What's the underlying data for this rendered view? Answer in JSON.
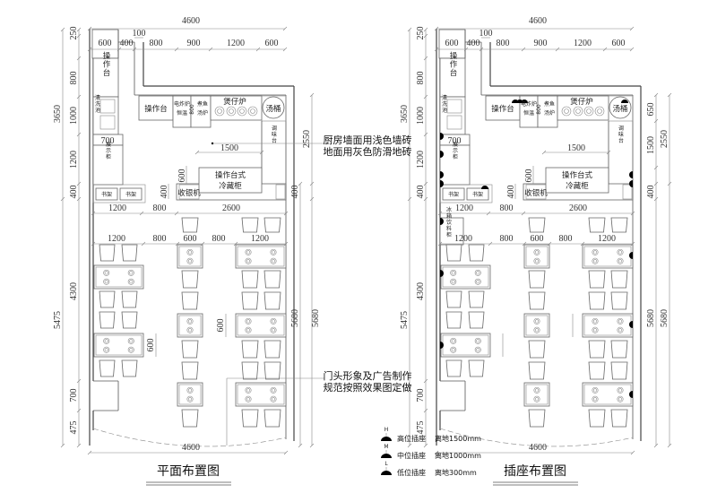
{
  "plans": [
    {
      "title": "平面布置图",
      "dims": {
        "top_total": "4600",
        "top": [
          "600",
          "400",
          "100",
          "800",
          "900",
          "1200",
          "600"
        ],
        "mid": [
          "1200",
          "800",
          "2600"
        ],
        "seat": [
          "1200",
          "800",
          "600",
          "800",
          "1200"
        ],
        "left": [
          "250",
          "800",
          "1000",
          "1200",
          "400",
          "4300",
          "700",
          "475"
        ],
        "left_total": [
          "3650",
          "5475"
        ],
        "right": [
          "2550",
          "400",
          "5680",
          "5680"
        ],
        "counter_depth": "400",
        "fridge_depth": "600",
        "showcase_width": "700",
        "fridge_width": "1500",
        "fryer": "800",
        "table_a": "600",
        "table_b": "600",
        "bottom": "4600"
      },
      "labels": {
        "work_table_left": "操作台",
        "sink": "清洗池",
        "showcase": "展示柜",
        "shelf1": "书架",
        "shelf2": "书架",
        "work_table": "操作台",
        "fryer_1": "电炸炉",
        "fryer_2": "恒温",
        "fish_1": "煮鱼",
        "fish_2": "汤炉",
        "claypot": "煲仔炉",
        "soup": "汤桶",
        "seasoning": "调味台",
        "fridge_1": "操作台式",
        "fridge_2": "冷藏柜",
        "cashier": "收银机"
      },
      "notes": [
        "厨房墙面用浅色墙砖",
        "地面用灰色防滑地砖",
        "门头形象及广告制作",
        "规范按照效果图定做"
      ]
    },
    {
      "title": "插座布置图",
      "dims": {
        "top_total": "4600",
        "top": [
          "600",
          "400",
          "100",
          "800",
          "900",
          "1200",
          "600"
        ],
        "mid": [
          "1200",
          "800",
          "2600"
        ],
        "seat": [
          "1200",
          "800",
          "600",
          "800",
          "1200"
        ],
        "left": [
          "250",
          "800",
          "1000",
          "1200",
          "400",
          "4300",
          "700",
          "475"
        ],
        "left_total": [
          "3650",
          "5475"
        ],
        "right": [
          "650",
          "1500",
          "2550",
          "400",
          "5680",
          "5680"
        ],
        "counter_depth": "400",
        "fridge_depth": "600",
        "showcase_width": "700",
        "fridge_width": "1500",
        "fryer": "800",
        "bottom": "4600"
      },
      "labels": {
        "work_table_left": "操作台",
        "sink": "清洗池",
        "showcase": "展示柜",
        "shelf1": "书架",
        "shelf2": "书架",
        "work_table": "操作台",
        "fryer_1": "电炸炉",
        "fryer_2": "恒温",
        "fish_1": "煮鱼",
        "fish_2": "汤炉",
        "claypot": "煲仔炉",
        "soup": "汤桶",
        "seasoning": "调味台",
        "fridge_1": "操作台式",
        "fridge_2": "冷藏柜",
        "cashier": "收银机",
        "drinks": "冰箱饮料柜"
      }
    }
  ],
  "legend": [
    {
      "mark": "H",
      "name": "高位插座",
      "height": "离地1500mm",
      "icon": "socket-high-icon"
    },
    {
      "mark": "M",
      "name": "中位插座",
      "height": "离地1000mm",
      "icon": "socket-mid-icon"
    },
    {
      "mark": "L",
      "name": "低位插座",
      "height": "离地300mm",
      "icon": "socket-low-icon"
    }
  ]
}
